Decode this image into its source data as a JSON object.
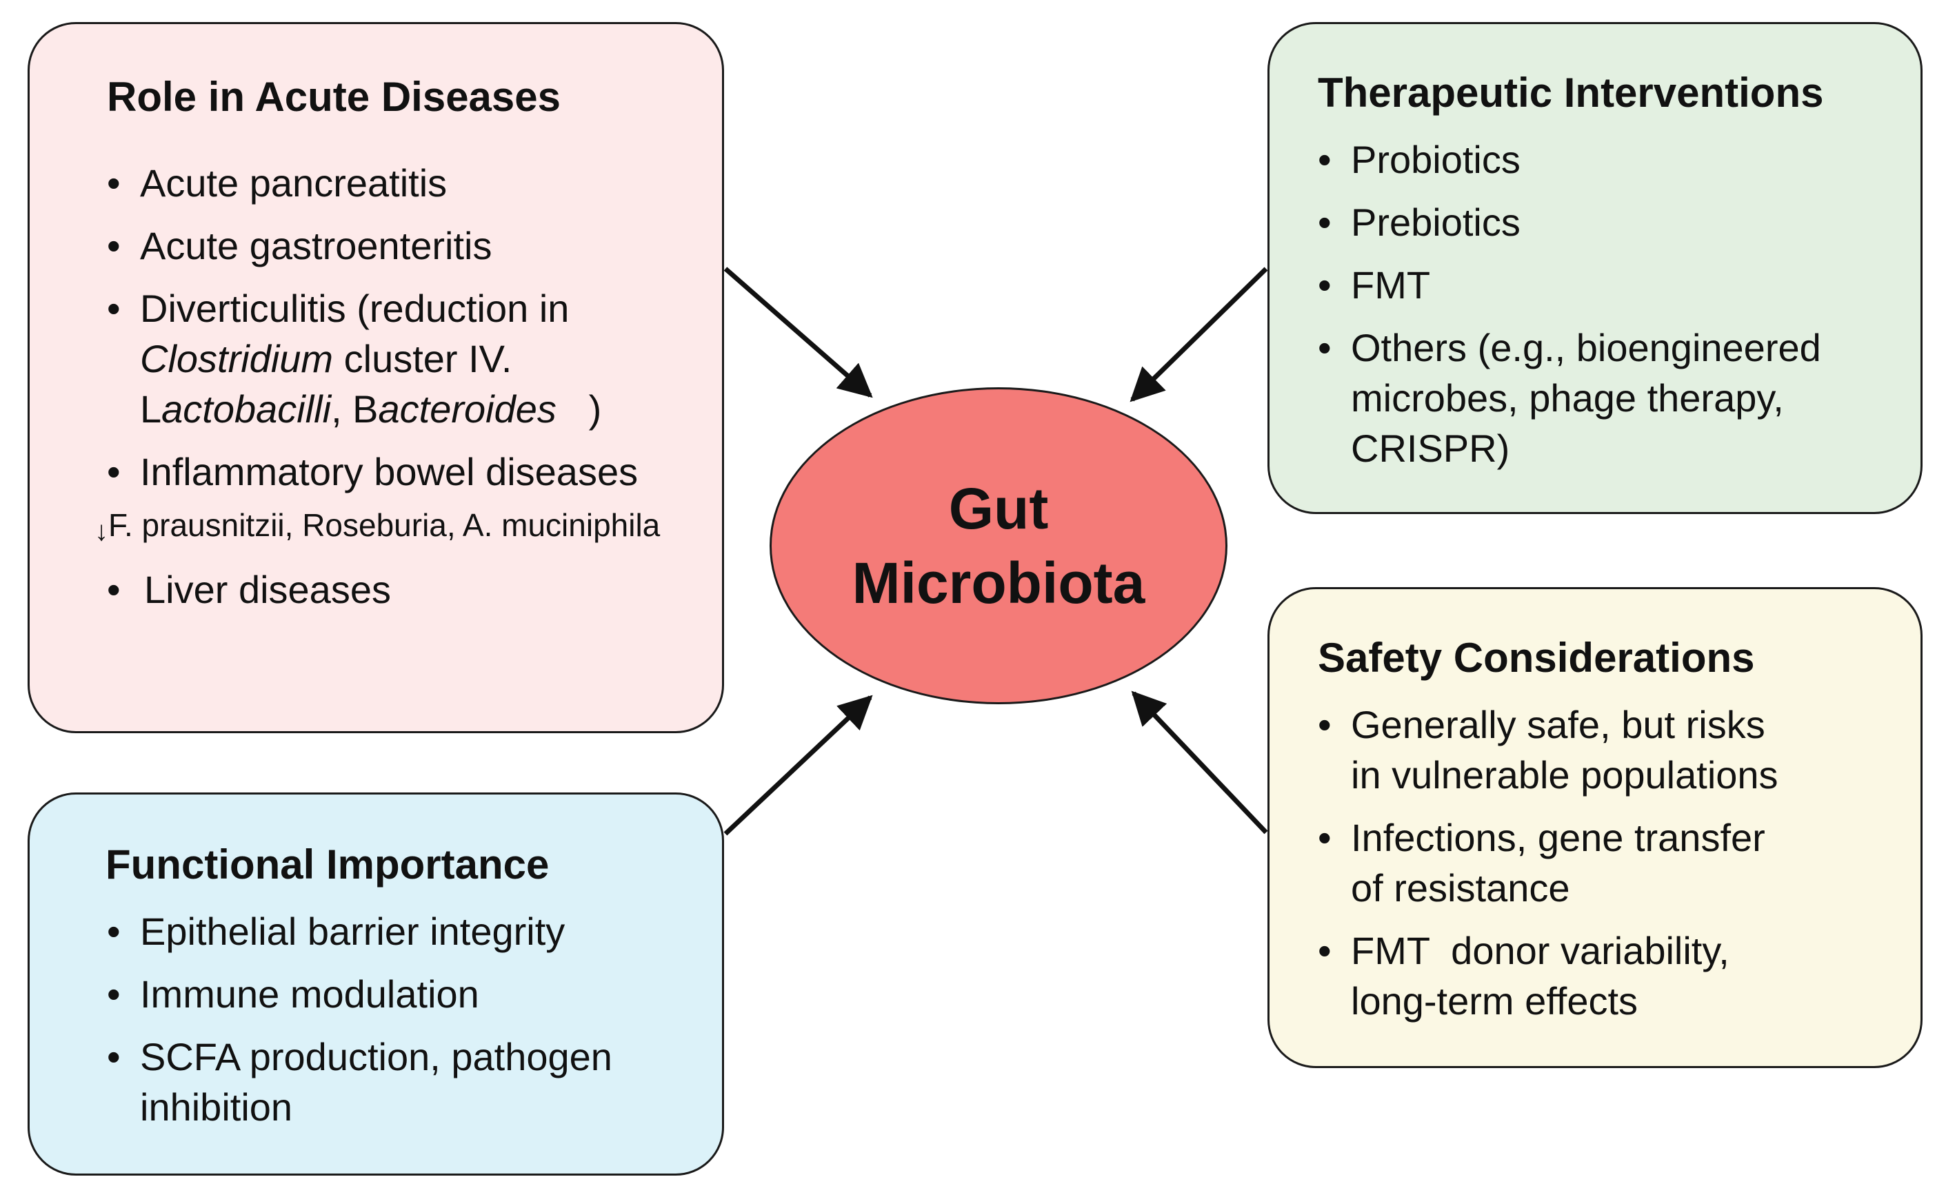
{
  "center": {
    "line1": "Gut",
    "line2": "Microbiota",
    "fill": "#f47b78"
  },
  "acute": {
    "title": "Role in Acute Diseases",
    "fill": "#fdeaea",
    "items": [
      "Acute pancreatitis",
      "Acute gastroenteritis",
      "Diverticulitis (reduction in",
      "cluster IV.",
      "Inflammatory bowel diseases",
      "Liver diseases"
    ],
    "diverticulitis_genus_1": "Clostridium",
    "diverticulitis_line3_prefix": "L",
    "diverticulitis_line3_genus_2": "actobacilli",
    "diverticulitis_line3_sep": ", B",
    "diverticulitis_line3_genus_3": "acteroides",
    "diverticulitis_line3_close": ")",
    "ibd_species_arrow": "↓",
    "ibd_species": "F. prausnitzii, Roseburia, A. muciniphila"
  },
  "functional": {
    "title": "Functional Importance",
    "fill": "#dcf2f9",
    "items": [
      "Epithelial barrier integrity",
      "Immune modulation",
      "SCFA production, pathogen",
      "inhibition"
    ]
  },
  "therapeutic": {
    "title": "Therapeutic Interventions",
    "fill": "#e3f0e1",
    "items": [
      "Probiotics",
      "Prebiotics",
      "FMT",
      "Others (e.g., bioengineered",
      "microbes, phage therapy,",
      "CRISPR)"
    ]
  },
  "safety": {
    "title": "Safety Considerations",
    "fill": "#fbf8e4",
    "items": [
      "Generally safe, but risks",
      "in vulnerable populations",
      "Infections, gene transfer",
      "of resistance",
      "FMT  donor variability,",
      "long-term effects"
    ]
  }
}
